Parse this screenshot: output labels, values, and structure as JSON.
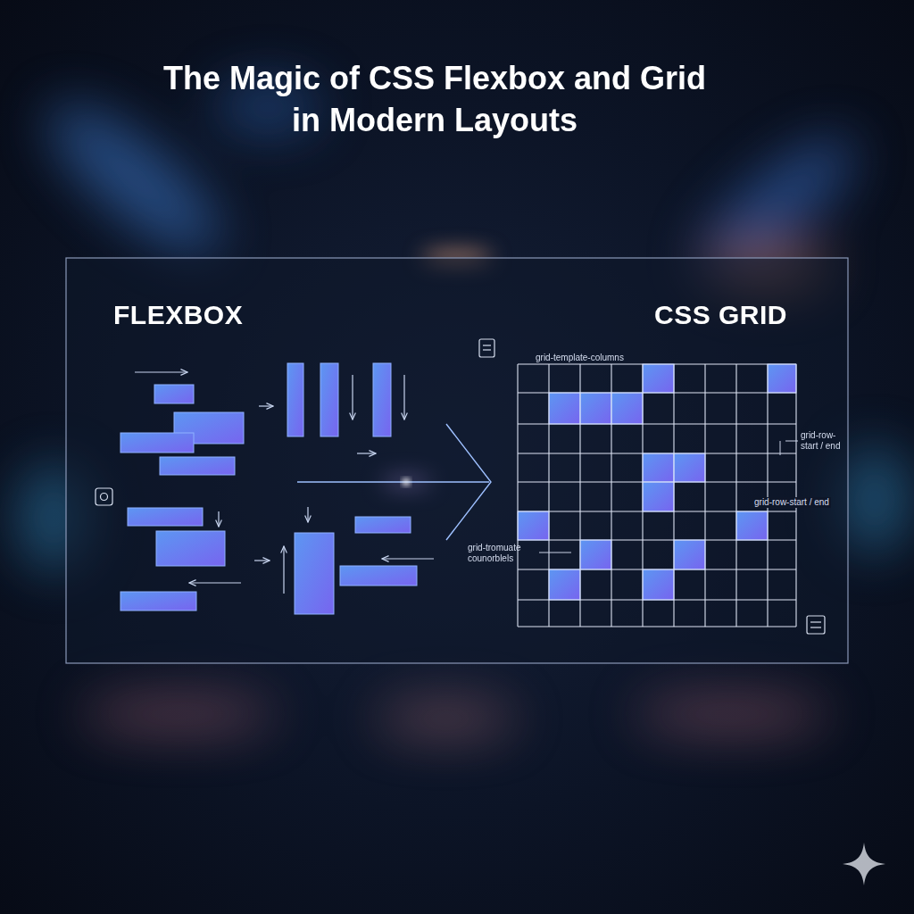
{
  "diagram": {
    "title": "The Magic of CSS Flexbox and Grid in Modern Layouts",
    "labels": [
      "FLEXBOX",
      "CSS GRID",
      "grid-template-columns",
      "grid-row- start / end",
      "grid-row-start / end",
      "grid-tromuate counorblels"
    ]
  }
}
